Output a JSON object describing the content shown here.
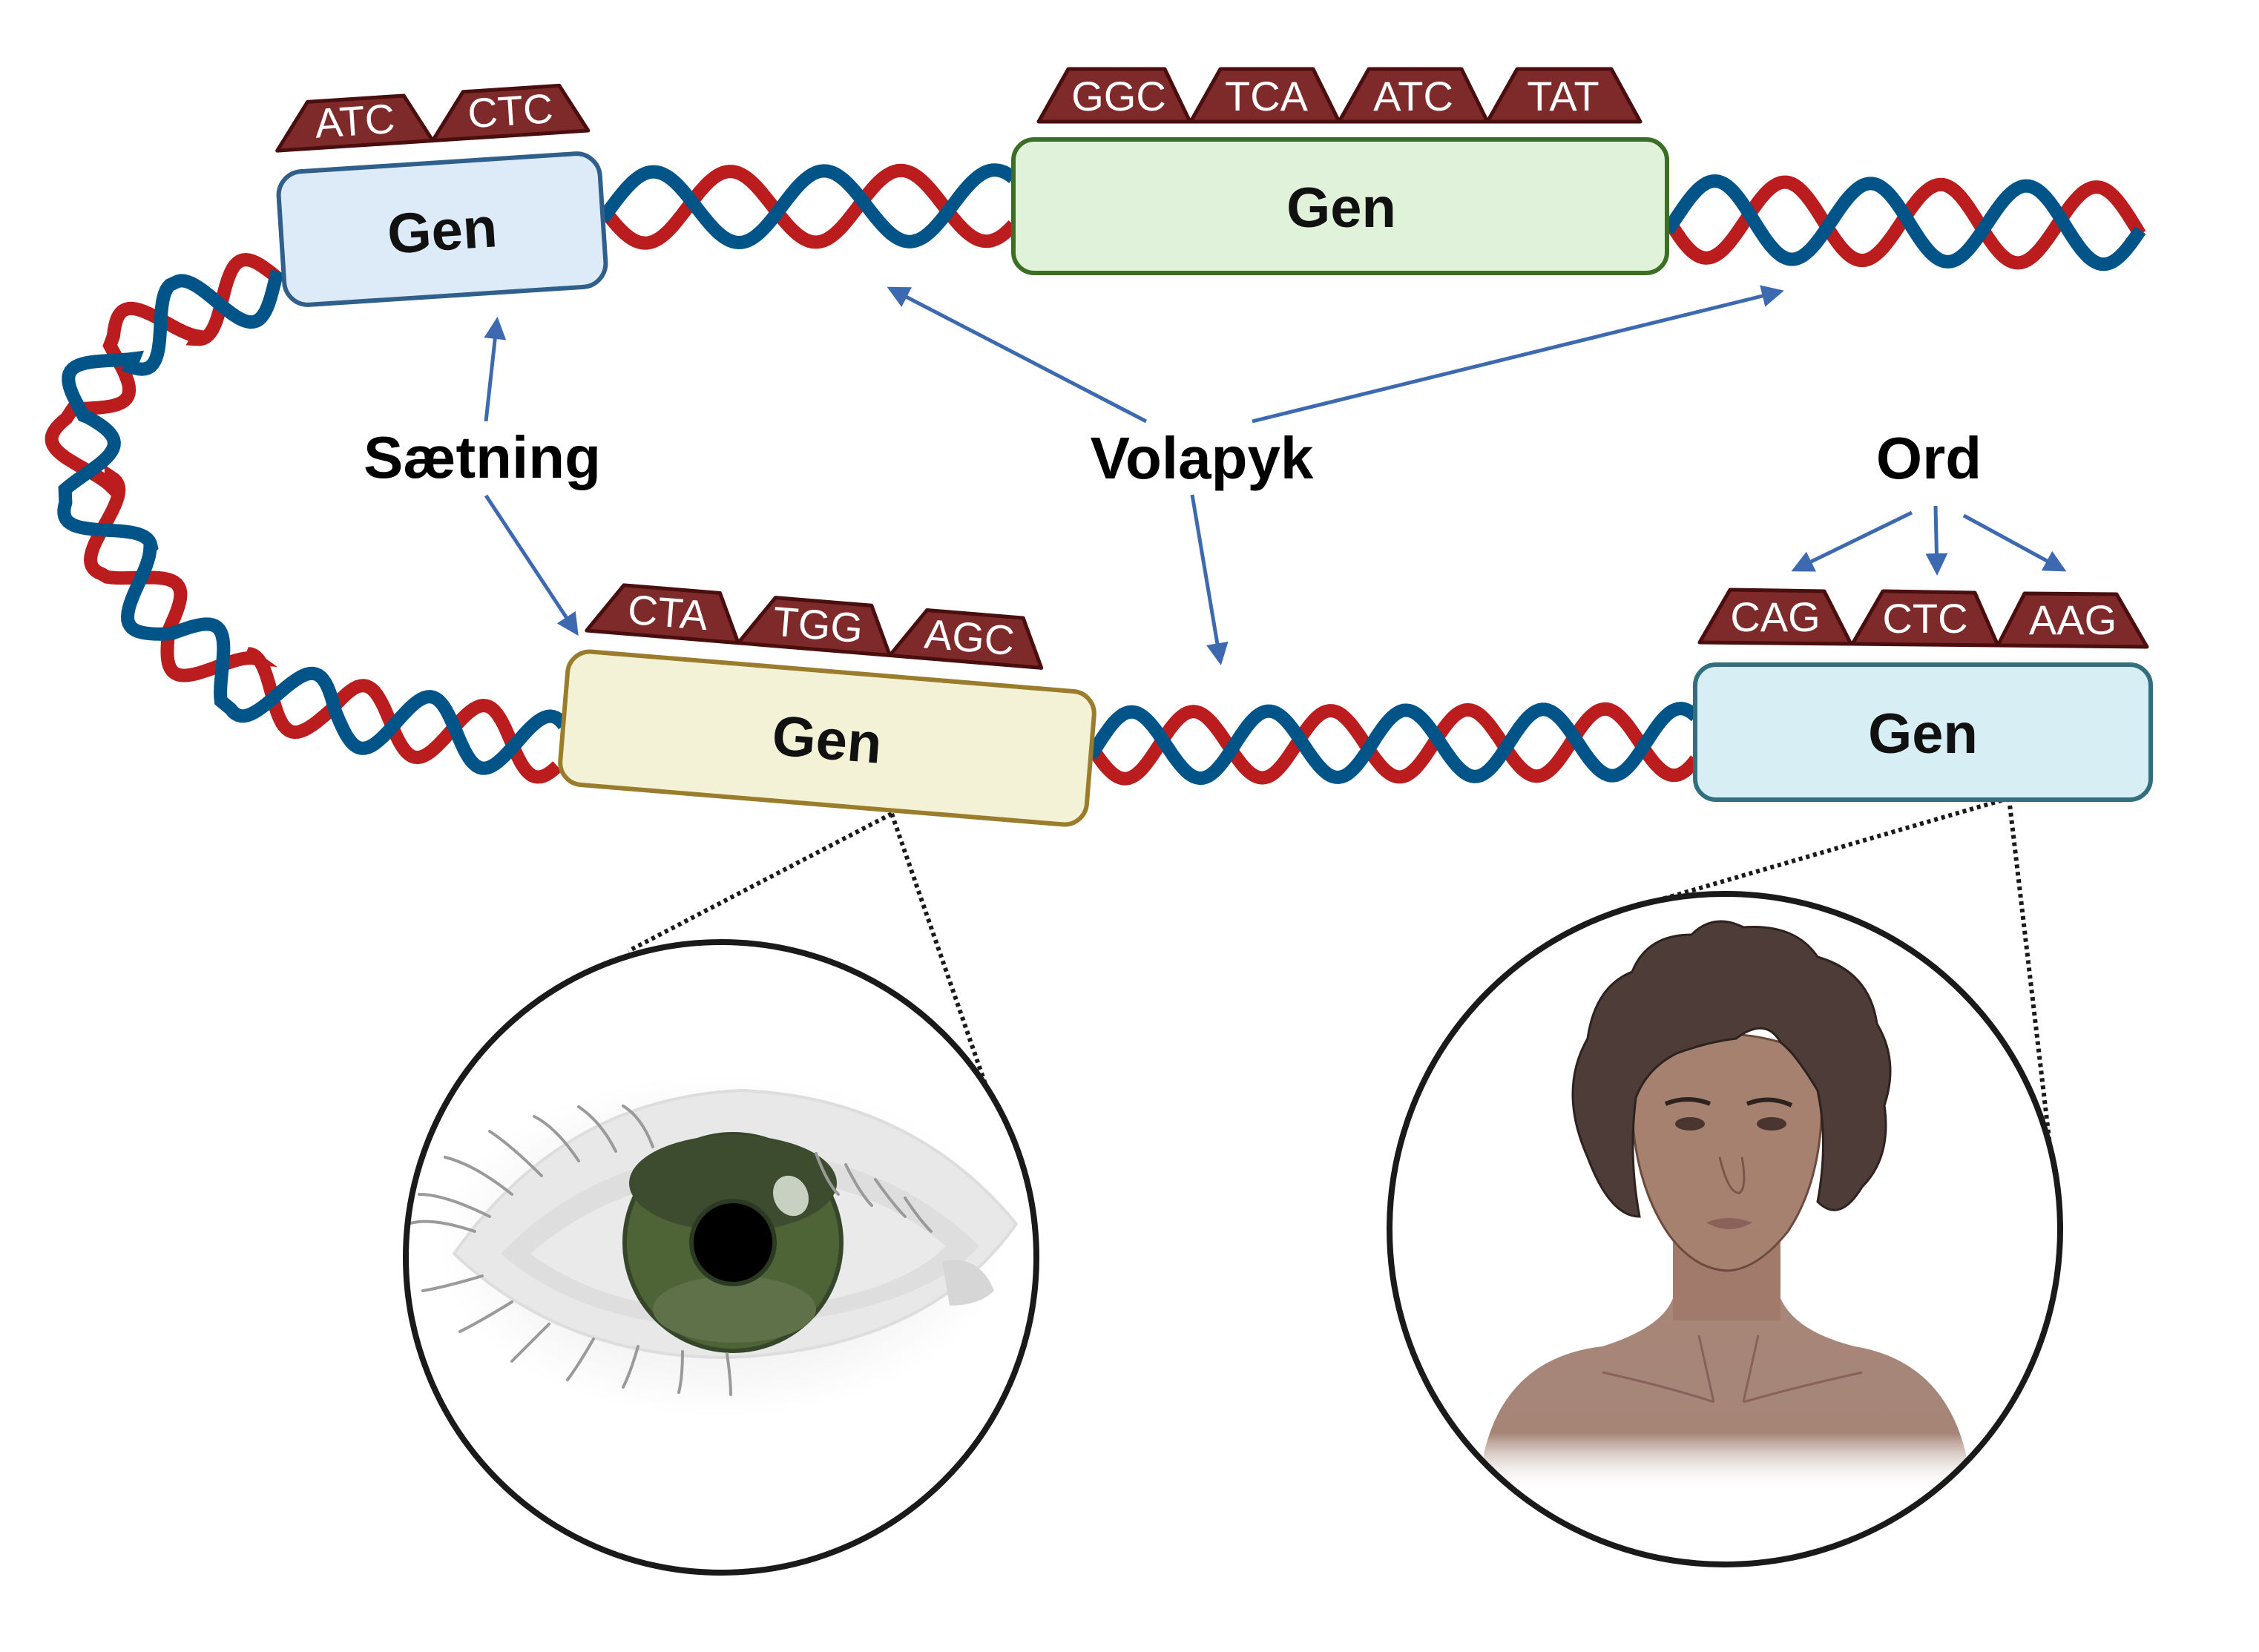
{
  "colors": {
    "strand_a": "#BB1C1E",
    "strand_b": "#005487",
    "arrow": "#3D69B0",
    "codon_fill": "#7F2A2A",
    "codon_stroke": "#4A0E0E",
    "connector": "#1A1A1A"
  },
  "labels": {
    "sentence": "Sætning",
    "gibberish": "Volapyk",
    "word": "Ord"
  },
  "genes": [
    {
      "id": "gene-top-left",
      "label": "Gen",
      "fill": "#DDEBF8",
      "stroke": "#2F5F8A",
      "codons": [
        "ATC",
        "CTC"
      ]
    },
    {
      "id": "gene-top-center",
      "label": "Gen",
      "fill": "#E0F3DA",
      "stroke": "#3C6E25",
      "codons": [
        "GGC",
        "TCA",
        "ATC",
        "TAT"
      ]
    },
    {
      "id": "gene-bottom-left",
      "label": "Gen",
      "fill": "#F4F2D6",
      "stroke": "#9A7C2C",
      "codons": [
        "CTA",
        "TGG",
        "AGC"
      ]
    },
    {
      "id": "gene-bottom-right",
      "label": "Gen",
      "fill": "#D8EEF5",
      "stroke": "#336E7E",
      "codons": [
        "CAG",
        "CTC",
        "AAG"
      ]
    }
  ],
  "insets": [
    {
      "id": "eye-inset",
      "depicts": "green eye",
      "iris_color": "#4E6437",
      "pupil_color": "#000000"
    },
    {
      "id": "person-inset",
      "depicts": "person portrait",
      "skin_color": "#A27A6C",
      "hair_color": "#4E3C38"
    }
  ]
}
